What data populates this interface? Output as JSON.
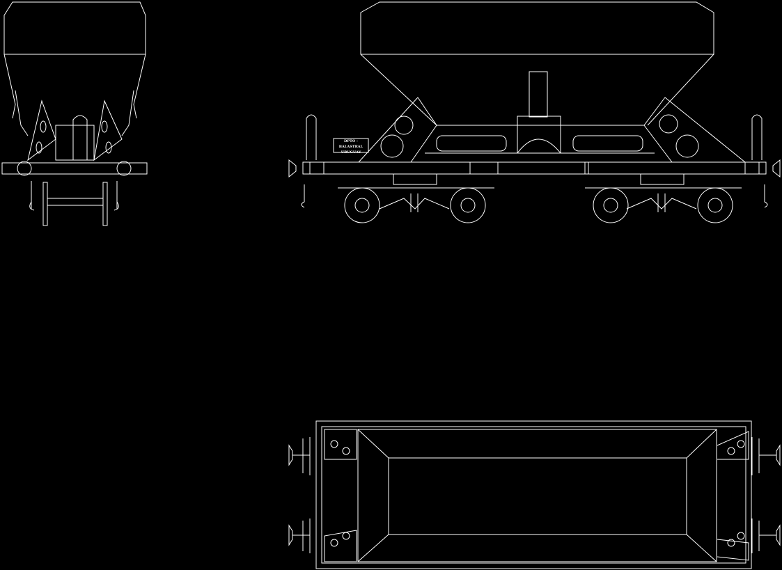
{
  "drawing": {
    "views": [
      "end-view",
      "side-view",
      "top-view"
    ],
    "line_color": "#ffffff",
    "background_color": "#000000",
    "plate_label": {
      "line1": "DPTO - BALASTRAL",
      "line2": "URUGUAY"
    }
  }
}
